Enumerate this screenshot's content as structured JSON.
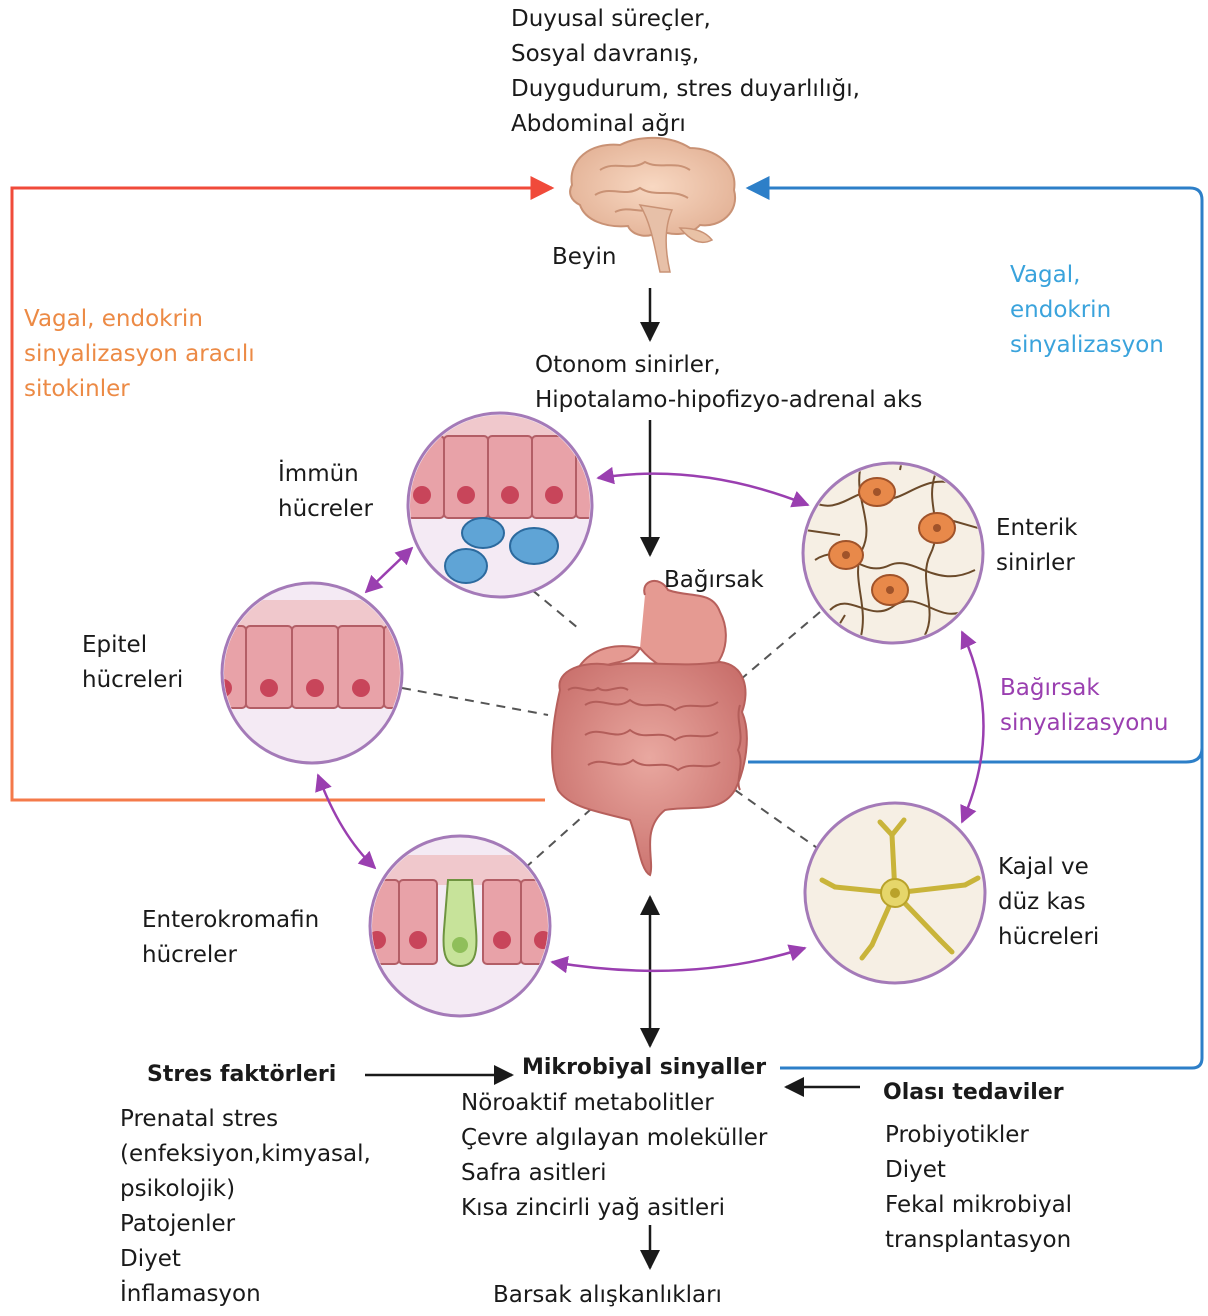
{
  "brain": {
    "functions": [
      "Duyusal süreçler,",
      "Sosyal davranış,",
      "Duygudurum, stres duyarlılığı,",
      "Abdominal ağrı"
    ],
    "label": "Beyin"
  },
  "autonomic": [
    "Otonom sinirler,",
    "Hipotalamo-hipofizyo-adrenal aks"
  ],
  "left_signal": [
    "Vagal, endokrin",
    "sinyalizasyon aracılı",
    "sitokinler"
  ],
  "right_signal": [
    "Vagal,",
    "endokrin",
    "sinyalizasyon"
  ],
  "gut_label": "Bağırsak",
  "gut_signaling": [
    "Bağırsak",
    "sinyalizasyonu"
  ],
  "cells": {
    "immune": [
      "İmmün",
      "hücreler"
    ],
    "enteric": [
      "Enterik",
      "sinirler"
    ],
    "epithelial": [
      "Epitel",
      "hücreleri"
    ],
    "enterochromaffin": [
      "Enterokromafin",
      "hücreler"
    ],
    "cajal": [
      "Kajal ve",
      "düz kas",
      "hücreleri"
    ]
  },
  "stress": {
    "title": "Stres faktörleri",
    "items": [
      "Prenatal stres",
      "(enfeksiyon,kimyasal,",
      "psikolojik)",
      "Patojenler",
      "Diyet",
      "İnflamasyon"
    ]
  },
  "microbial": {
    "title": "Mikrobiyal sinyaller",
    "items": [
      "Nöroaktif metabolitler",
      "Çevre algılayan moleküller",
      "Safra asitleri",
      "Kısa zincirli yağ asitleri"
    ]
  },
  "treatments": {
    "title": "Olası tedaviler",
    "items": [
      "Probiyotikler",
      "Diyet",
      "Fekal mikrobiyal",
      "transplantasyon"
    ]
  },
  "bowel_habits": "Barsak alışkanlıkları",
  "colors": {
    "red_path": "#f04a3a",
    "blue_path": "#2d7fc8",
    "purple_arrows": "#9a3fb0",
    "circle_border": "#a47ab8",
    "cell_pink": "#e8a2a8",
    "immune_blue": "#5fa4d6",
    "neuron_orange": "#e8894a",
    "cajal_yellow": "#e6d66a",
    "ec_green": "#c7e39a"
  }
}
